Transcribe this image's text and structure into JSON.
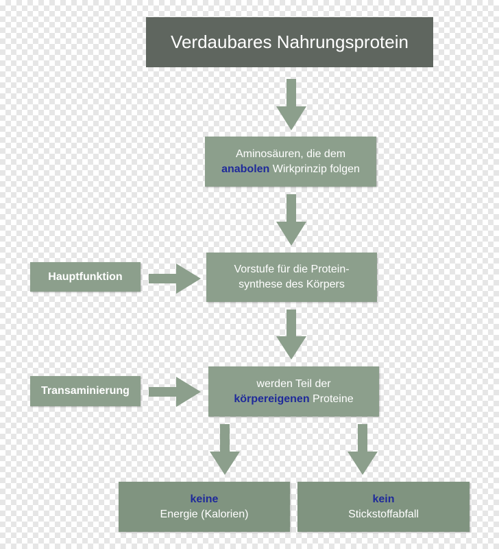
{
  "diagram": {
    "title": "Verdaubares Nahrungsprotein",
    "step1": {
      "line1": "Aminosäuren, die dem",
      "highlight": "anabolen",
      "rest": " Wirkprinzip folgen"
    },
    "step2": {
      "line1": "Vorstufe für die Protein-",
      "line2": "synthese des Körpers"
    },
    "step3": {
      "line1": "werden Teil der",
      "highlight": "körpereigenen",
      "rest": " Proteine"
    },
    "side1": "Hauptfunktion",
    "side2": "Transaminierung",
    "outcome_left": {
      "highlight": "keine",
      "line2": "Energie (Kalorien)"
    },
    "outcome_right": {
      "highlight": "kein",
      "line2": "Stickstoffabfall"
    }
  },
  "colors": {
    "title_box": "#5f665f",
    "box": "#8c9f8c",
    "arrow": "#8c9f8c",
    "highlight_text": "#1f2a9a"
  }
}
